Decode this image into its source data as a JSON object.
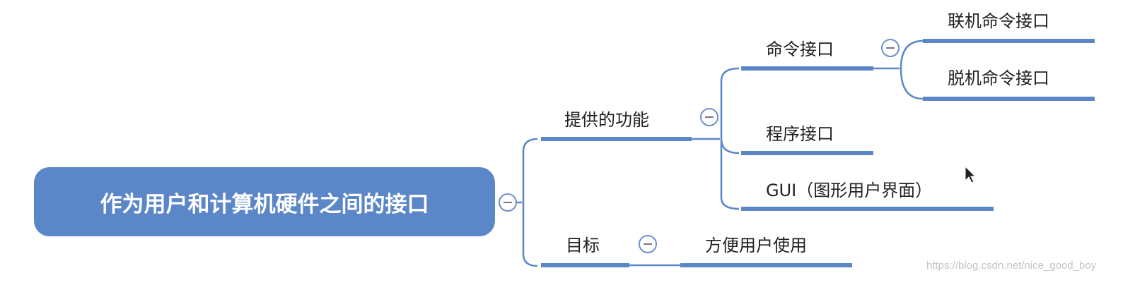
{
  "colors": {
    "node": "#5b87c9",
    "line": "#5b87c9",
    "collapse": "#6f8fc6"
  },
  "root": {
    "label": "作为用户和计算机硬件之间的接口"
  },
  "branches": [
    {
      "label": "提供的功能",
      "children": [
        {
          "label": "命令接口",
          "children": [
            {
              "label": "联机命令接口"
            },
            {
              "label": "脱机命令接口"
            }
          ]
        },
        {
          "label": "程序接口"
        },
        {
          "label": "GUI（图形用户界面）"
        }
      ]
    },
    {
      "label": "目标",
      "children": [
        {
          "label": "方便用户使用"
        }
      ]
    }
  ],
  "icons": {
    "collapse": "minus-circle-icon",
    "cursor": "mouse-pointer-icon"
  },
  "watermark": "https://blog.csdn.net/nice_good_boy"
}
